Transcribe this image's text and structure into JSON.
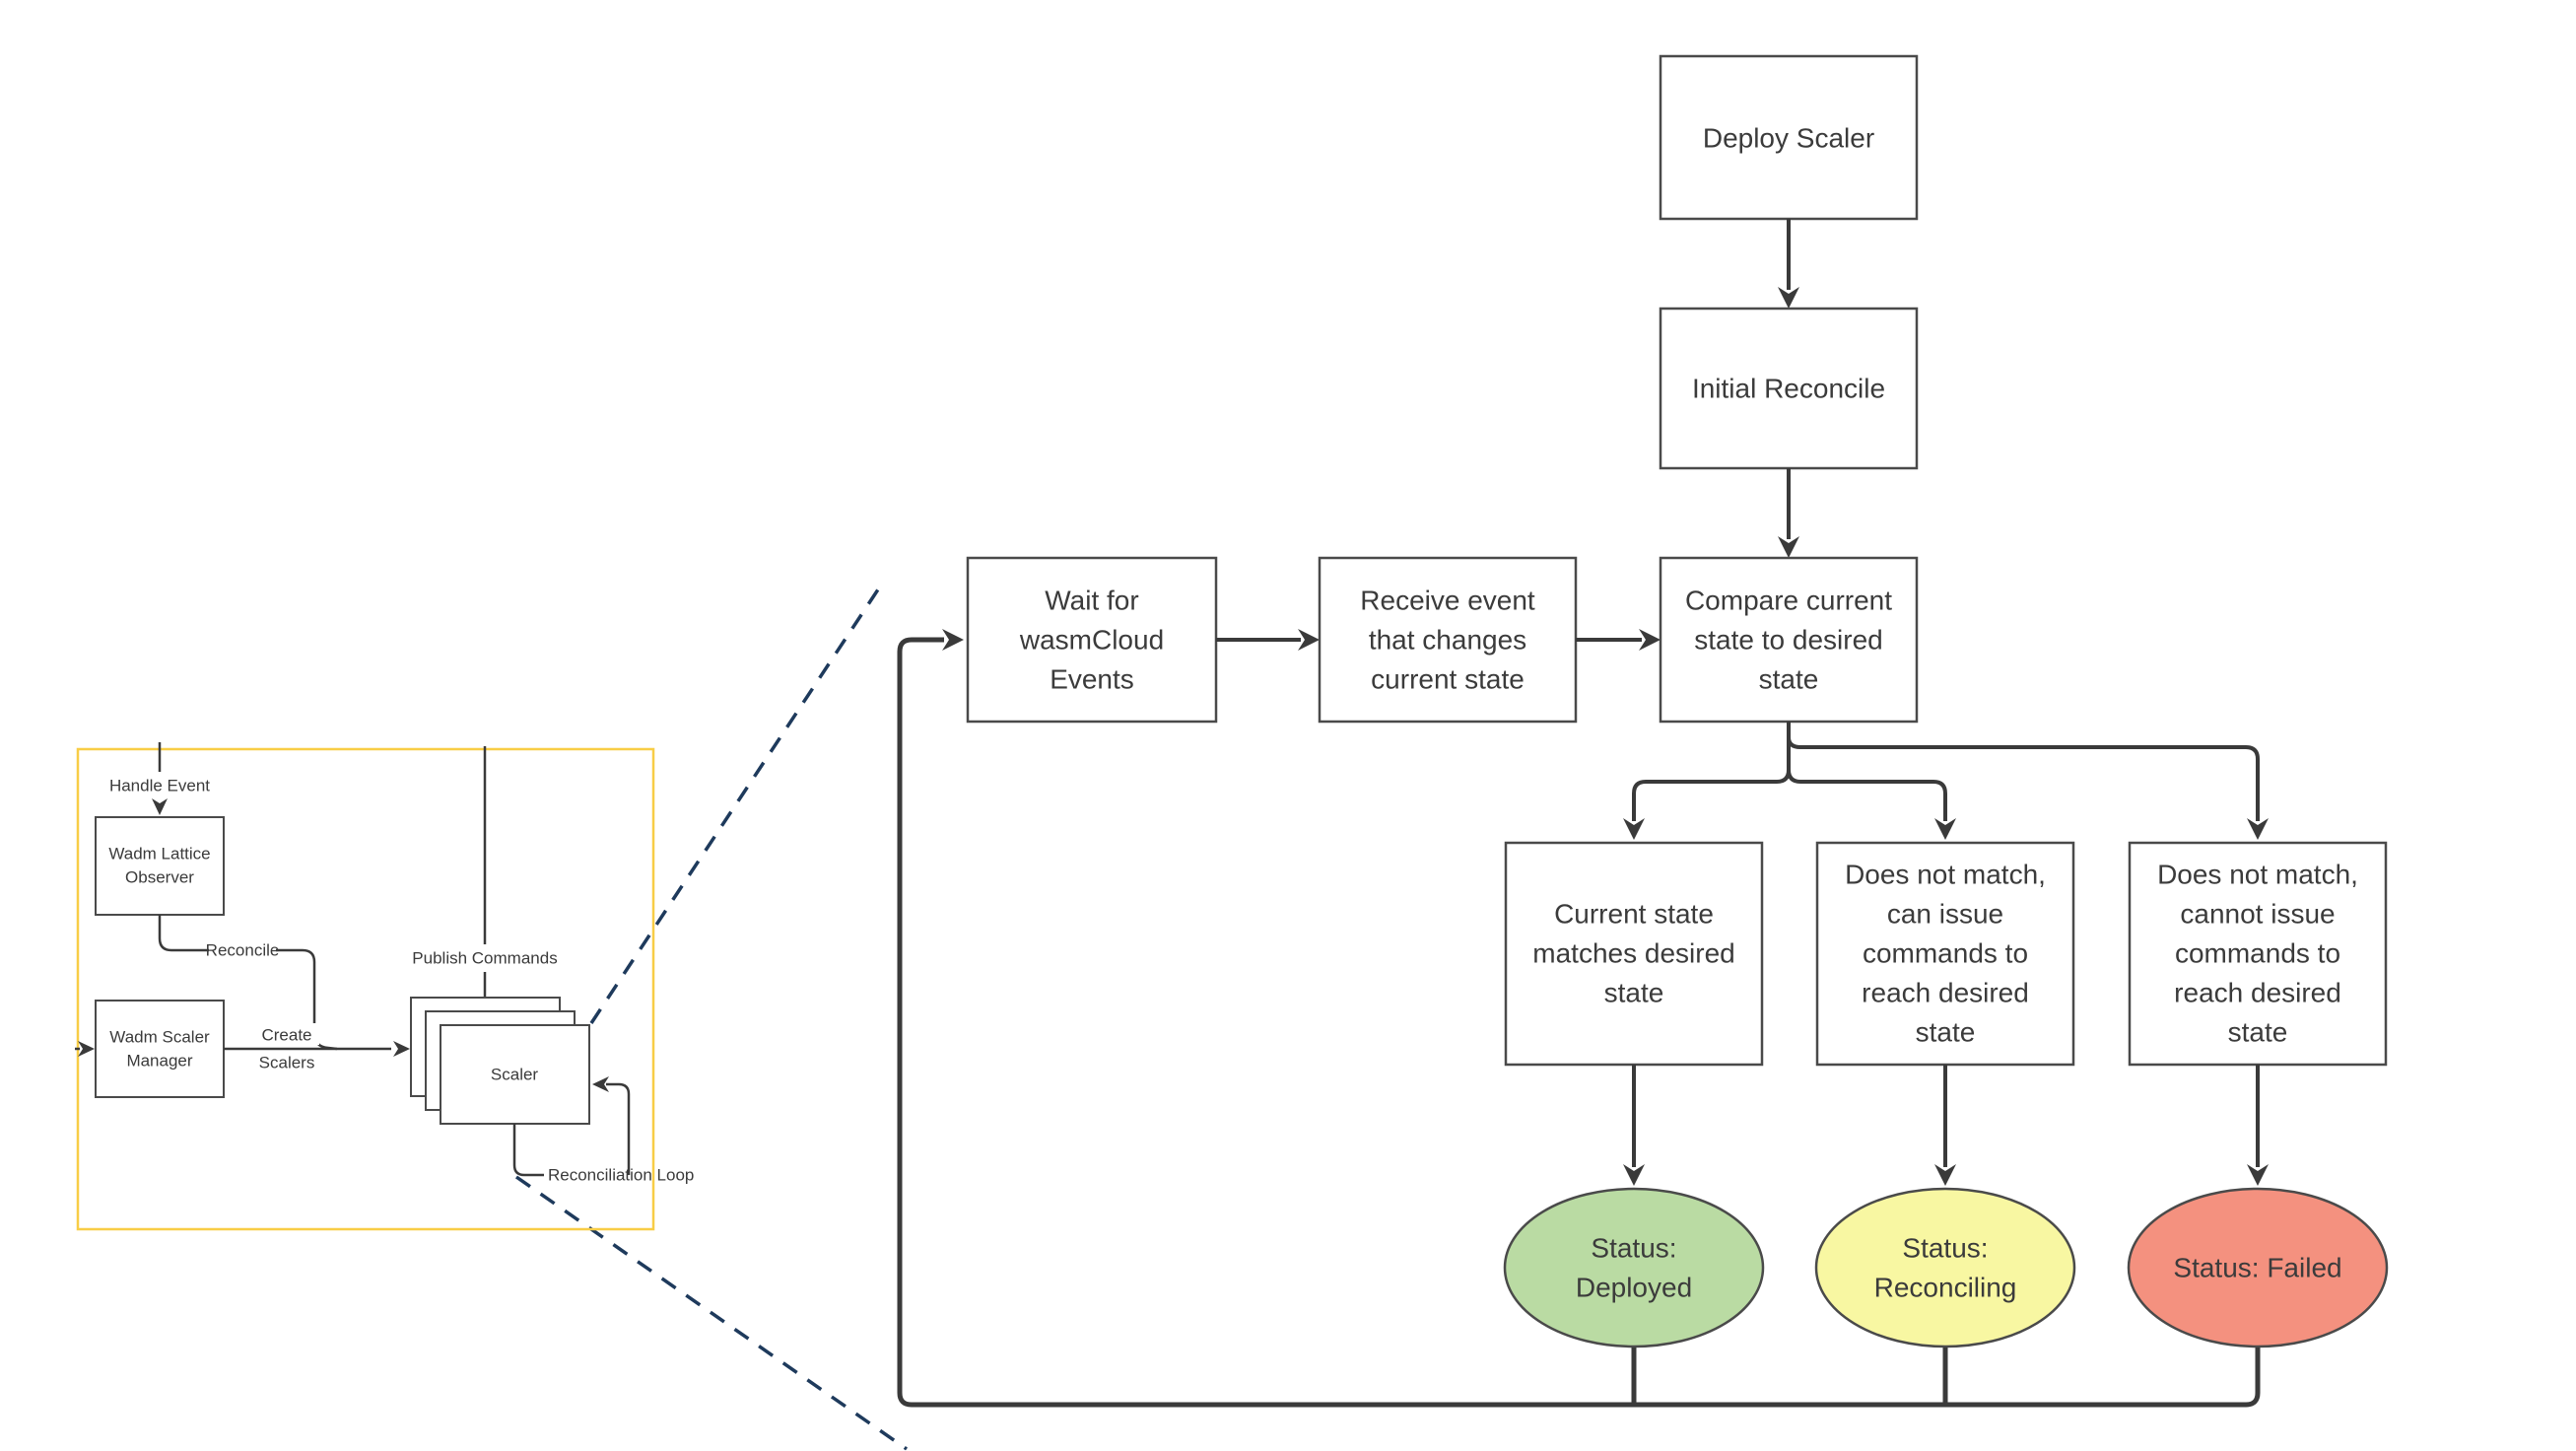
{
  "colors": {
    "line": "#3a3a3a",
    "box_stroke": "#4a4a4a",
    "text": "#3b3b3b",
    "yellow_frame": "#f8cd46",
    "dashed_connector": "#1e3a5c",
    "status_deployed_fill": "#badba3",
    "status_reconciling_fill": "#f8f7a2",
    "status_failed_fill": "#f4917f"
  },
  "main_flow": {
    "deploy": {
      "label": "Deploy Scaler"
    },
    "initial": {
      "label": "Initial Reconcile"
    },
    "wait": {
      "lines": [
        "Wait for",
        "wasmCloud",
        "Events"
      ]
    },
    "receive": {
      "lines": [
        "Receive event",
        "that changes",
        "current state"
      ]
    },
    "compare": {
      "lines": [
        "Compare current",
        "state to desired",
        "state"
      ]
    },
    "match": {
      "lines": [
        "Current state",
        "matches desired",
        "state"
      ]
    },
    "can_issue": {
      "lines": [
        "Does not match,",
        "can issue",
        "commands to",
        "reach desired",
        "state"
      ]
    },
    "cannot_issue": {
      "lines": [
        "Does not match,",
        "cannot issue",
        "commands to",
        "reach desired",
        "state"
      ]
    },
    "status_deployed": {
      "lines": [
        "Status:",
        "Deployed"
      ]
    },
    "status_reconciling": {
      "lines": [
        "Status:",
        "Reconciling"
      ]
    },
    "status_failed": {
      "label": "Status: Failed"
    }
  },
  "mini_flow": {
    "handle_event_label": "Handle Event",
    "observer": {
      "lines": [
        "Wadm Lattice",
        "Observer"
      ]
    },
    "reconcile_label": "Reconcile",
    "manager": {
      "lines": [
        "Wadm Scaler",
        "Manager"
      ]
    },
    "create_scalers": {
      "lines": [
        "Create",
        "Scalers"
      ]
    },
    "publish_commands_label": "Publish Commands",
    "scaler_label": "Scaler",
    "reconciliation_loop_label": "Reconciliation Loop"
  }
}
